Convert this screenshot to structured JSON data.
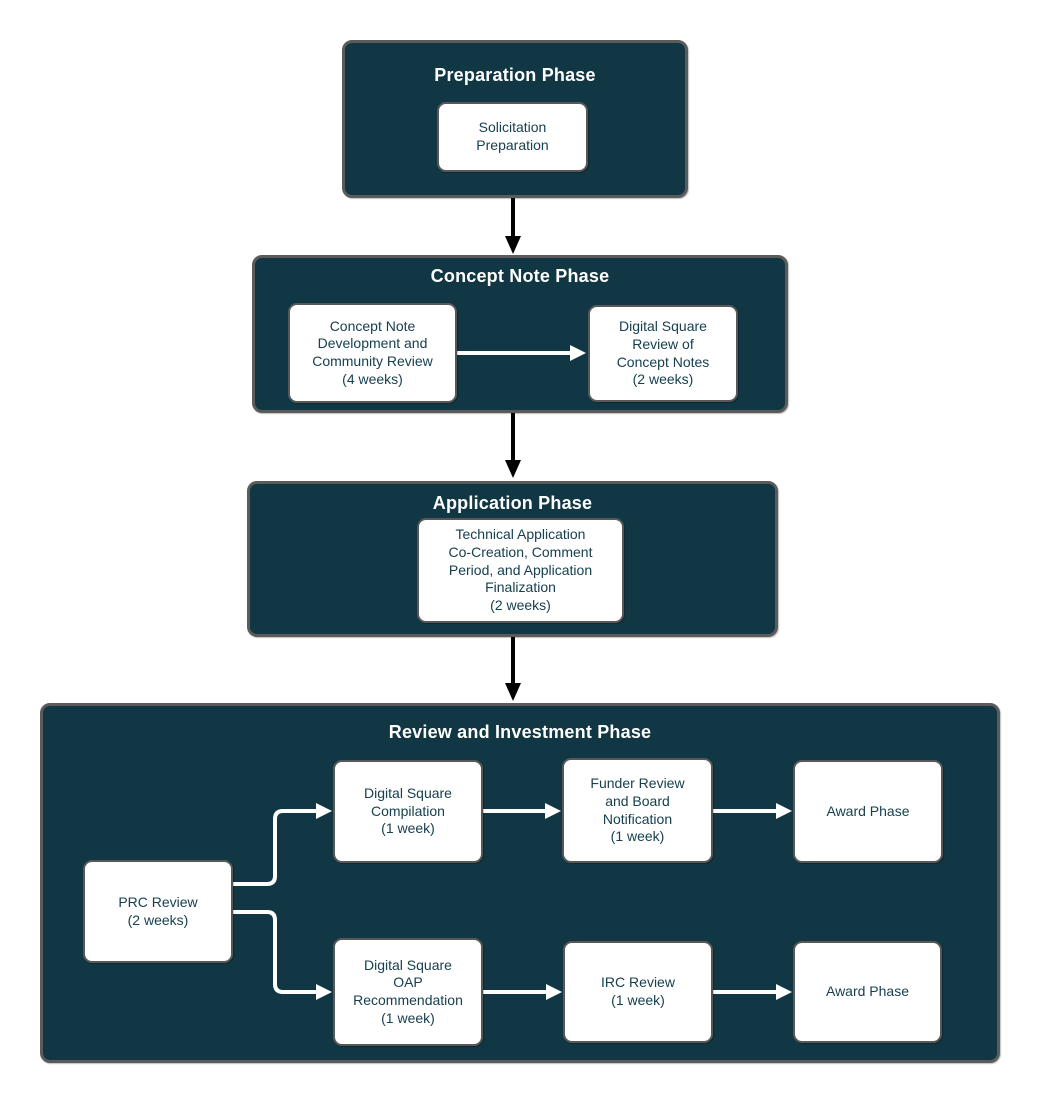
{
  "colors": {
    "phase_fill": "#113744",
    "phase_border": "#5b5b5b",
    "node_fill": "#ffffff",
    "node_border": "#585858",
    "phase_title_text": "#ffffff",
    "node_text": "#17404f",
    "inter_phase_connector": "#000000",
    "intra_phase_connector": "#ffffff"
  },
  "phases": [
    {
      "id": "preparation-phase",
      "title": "Preparation Phase",
      "nodes": [
        {
          "id": "solicitation-preparation",
          "label": "Solicitation\nPreparation"
        }
      ]
    },
    {
      "id": "concept-note-phase",
      "title": "Concept Note Phase",
      "nodes": [
        {
          "id": "concept-note-development",
          "label": "Concept Note\nDevelopment and\nCommunity Review\n(4 weeks)"
        },
        {
          "id": "digital-square-review",
          "label": "Digital Square\nReview of\nConcept Notes\n(2 weeks)"
        }
      ]
    },
    {
      "id": "application-phase",
      "title": "Application Phase",
      "nodes": [
        {
          "id": "technical-application",
          "label": "Technical Application\nCo-Creation, Comment\nPeriod, and Application\nFinalization\n(2 weeks)"
        }
      ]
    },
    {
      "id": "review-and-investment-phase",
      "title": "Review and Investment Phase",
      "nodes": [
        {
          "id": "prc-review",
          "label": "PRC Review\n(2 weeks)"
        },
        {
          "id": "digital-square-compilation",
          "label": "Digital Square\nCompilation\n(1 week)"
        },
        {
          "id": "funder-review",
          "label": "Funder Review\nand Board\nNotification\n(1 week)"
        },
        {
          "id": "award-phase-top",
          "label": "Award Phase"
        },
        {
          "id": "digital-square-oap",
          "label": "Digital Square\nOAP\nRecommendation\n(1 week)"
        },
        {
          "id": "irc-review",
          "label": "IRC Review\n(1 week)"
        },
        {
          "id": "award-phase-bottom",
          "label": "Award Phase"
        }
      ]
    }
  ],
  "edges": [
    {
      "from": "preparation-phase",
      "to": "concept-note-phase",
      "color": "#000000"
    },
    {
      "from": "concept-note-phase",
      "to": "application-phase",
      "color": "#000000"
    },
    {
      "from": "application-phase",
      "to": "review-and-investment-phase",
      "color": "#000000"
    },
    {
      "from": "concept-note-development",
      "to": "digital-square-review",
      "color": "#ffffff"
    },
    {
      "from": "prc-review",
      "to": "digital-square-compilation",
      "color": "#ffffff"
    },
    {
      "from": "prc-review",
      "to": "digital-square-oap",
      "color": "#ffffff"
    },
    {
      "from": "digital-square-compilation",
      "to": "funder-review",
      "color": "#ffffff"
    },
    {
      "from": "funder-review",
      "to": "award-phase-top",
      "color": "#ffffff"
    },
    {
      "from": "digital-square-oap",
      "to": "irc-review",
      "color": "#ffffff"
    },
    {
      "from": "irc-review",
      "to": "award-phase-bottom",
      "color": "#ffffff"
    }
  ]
}
